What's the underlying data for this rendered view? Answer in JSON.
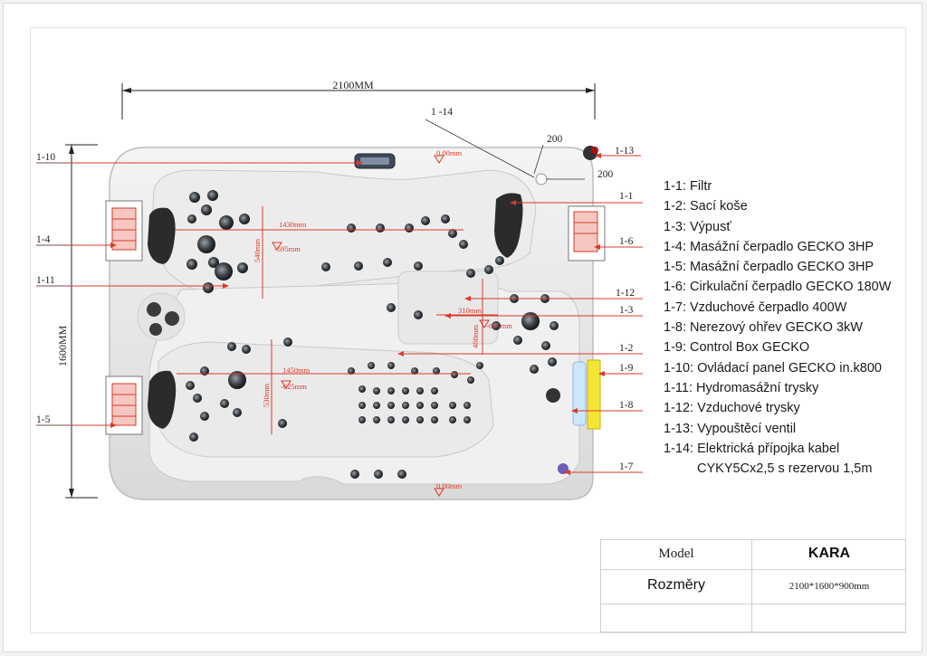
{
  "dimensions": {
    "width": "2100MM",
    "height": "1600MM"
  },
  "callouts_left": [
    "1-10",
    "1-4",
    "1-11",
    "1-5"
  ],
  "callouts_right": [
    "1-13",
    "1-1",
    "1-6",
    "1-12",
    "1-3",
    "1-2",
    "1-9",
    "1-8",
    "1-7"
  ],
  "callout_top": "1 -14",
  "clearances": [
    "200",
    "200"
  ],
  "inner_measurements": {
    "upper_length": "1430mm",
    "upper_width": "540mm",
    "upper_depth": "-595mm",
    "lower_length": "1450mm",
    "lower_width": "530mm",
    "lower_depth": "-625mm",
    "center_length": "310mm",
    "center_width": "460mm",
    "center_depth": "-625mm",
    "top_level": "0.00mm",
    "bottom_level": "0.00mm"
  },
  "legend": [
    "1-1: Filtr",
    "1-2: Sací koše",
    "1-3: Výpusť",
    "1-4: Masážní čerpadlo GECKO 3HP",
    "1-5: Masážní čerpadlo GECKO 3HP",
    "1-6: Cirkulační čerpadlo GECKO 180W",
    "1-7: Vzduchové čerpadlo 400W",
    "1-8: Nerezový ohřev GECKO 3kW",
    "1-9: Control Box GECKO",
    "1-10: Ovládací panel GECKO in.k800",
    "1-11: Hydromasážní trysky",
    "1-12: Vzduchové trysky",
    "1-13: Vypouštěcí ventil",
    "1-14: Elektrická přípojka kabel",
    "CYKY5Cx2,5 s rezervou 1,5m"
  ],
  "info_table": {
    "model_label": "Model",
    "model_value": "KARA",
    "size_label": "Rozměry",
    "size_value": "2100*1600*900mm"
  },
  "colors": {
    "accent_red": "#d93a2b",
    "line": "#222222"
  }
}
